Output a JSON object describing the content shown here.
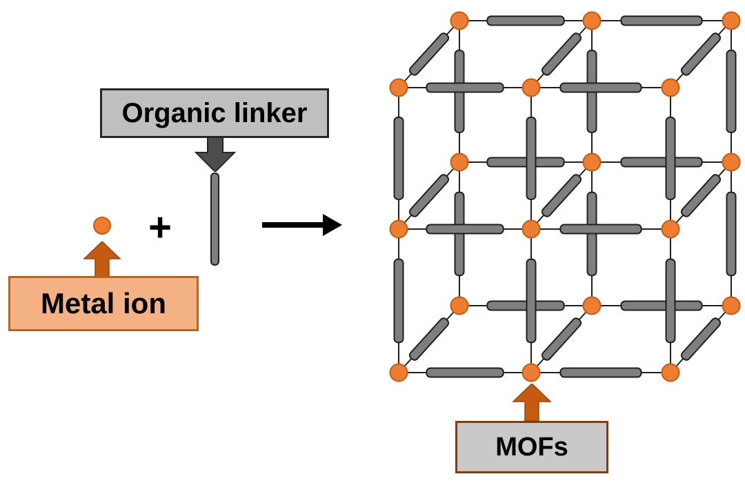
{
  "diagram": {
    "labels": {
      "organic_linker": "Organic linker",
      "metal_ion": "Metal ion",
      "mofs": "MOFs",
      "plus": "+"
    },
    "colors": {
      "node_orange": "#ED7D31",
      "node_border": "#C55A11",
      "bar_gray": "#7F7F7F",
      "bar_border": "#1F1F1F",
      "edge_line": "#1F1F1F",
      "box_gray": "#BFBFBF",
      "box_border_dark": "#262626",
      "metal_box_fill": "#F4B183",
      "metal_box_border": "#B5651D",
      "mofs_box_fill": "#C9C9C9",
      "mofs_box_border": "#843C0C",
      "arrow_dark": "#4D4D4D",
      "arrow_orange": "#C55A11",
      "arrow_black": "#000000"
    },
    "lattice": {
      "rows": 3,
      "cols": 3,
      "layers": 2,
      "node_count": 18,
      "node_shape": "circle",
      "edge_shape": "rounded-bar"
    }
  }
}
